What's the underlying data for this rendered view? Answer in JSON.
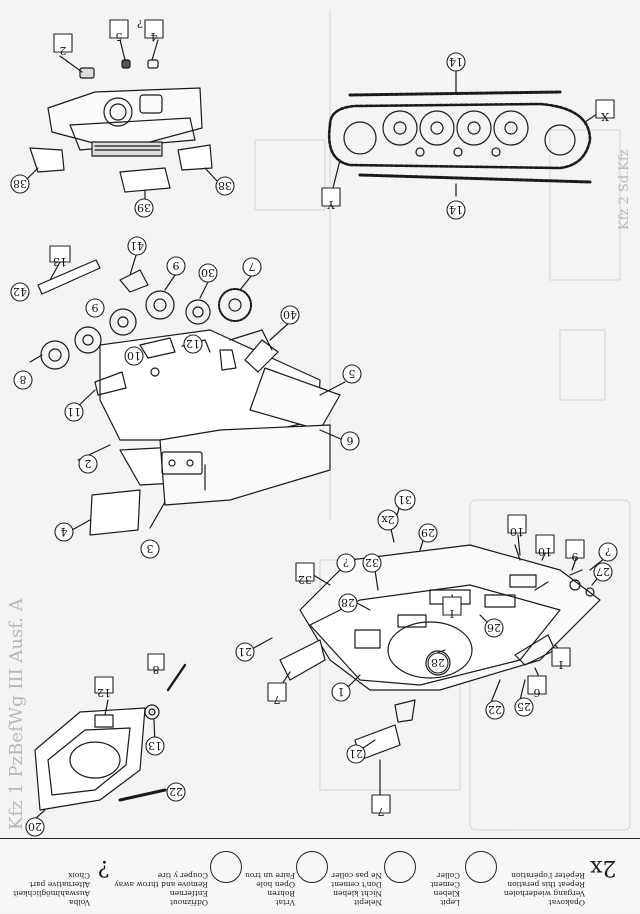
{
  "page": {
    "title_sideways": "Kfz 1 PzBefWg III Ausf. A",
    "right_sideways": "Kfz 2 Sd.Kfz"
  },
  "colors": {
    "ink": "#1a1a1a",
    "ghost": "#8a8a8a",
    "paper": "#f4f4f2"
  },
  "part_labels": {
    "p2": "2",
    "p5": "5",
    "p7q": "?",
    "p4": "4",
    "p38a": "38",
    "p38b": "38",
    "p39": "39",
    "p14a": "14",
    "p14b": "14",
    "px": "X",
    "py": "Y",
    "p13": "13",
    "p41": "41",
    "p9a": "9",
    "p30": "30",
    "p7": "7",
    "p42": "42",
    "p9b": "9",
    "p10": "10",
    "p12": "12",
    "p40": "40",
    "p8": "8",
    "p11": "11",
    "p5b": "5",
    "p6": "6",
    "p2b": "2",
    "p4b": "4",
    "p3": "3",
    "p31": "31",
    "p2x": "2x",
    "p29": "29",
    "p10a": "10",
    "p10b": "10",
    "p9c": "9",
    "p7q2": "?",
    "p27": "27",
    "p32": "32",
    "p7q3": "?",
    "p28": "28",
    "pI": "I",
    "p26": "26",
    "p21": "21",
    "p7b": "7",
    "p28b": "28",
    "p1": "1",
    "pI2": "I",
    "p6b": "6",
    "p25": "25",
    "p22": "22",
    "p21b": "21",
    "p7c": "7",
    "p8b": "8",
    "p12b": "12",
    "p13b": "13",
    "p22b": "22",
    "p20": "20"
  },
  "legend": {
    "repeat_count": "2x",
    "repeat_lines": [
      "Opakovat",
      "Vergang wiederholen",
      "Repeat this peration",
      "Répéter l'opération"
    ],
    "glue_lines": [
      "Lepit",
      "Kleben",
      "Cement",
      "Coller"
    ],
    "no_glue_lines": [
      "Nelepit",
      "Nicht kleben",
      "Don't cement",
      "Ne pas coller"
    ],
    "drill_lines": [
      "Vrtat",
      "Bohren",
      "Open hole",
      "Faire un trou"
    ],
    "remove_lines": [
      "Odříznout",
      "Entfernen",
      "Remove and throw away",
      "Couper y tire"
    ],
    "optional_mark": "?",
    "optional_lines": [
      "Volba",
      "Auswahlmöglichkeit",
      "Alternative part",
      "Choix"
    ]
  }
}
